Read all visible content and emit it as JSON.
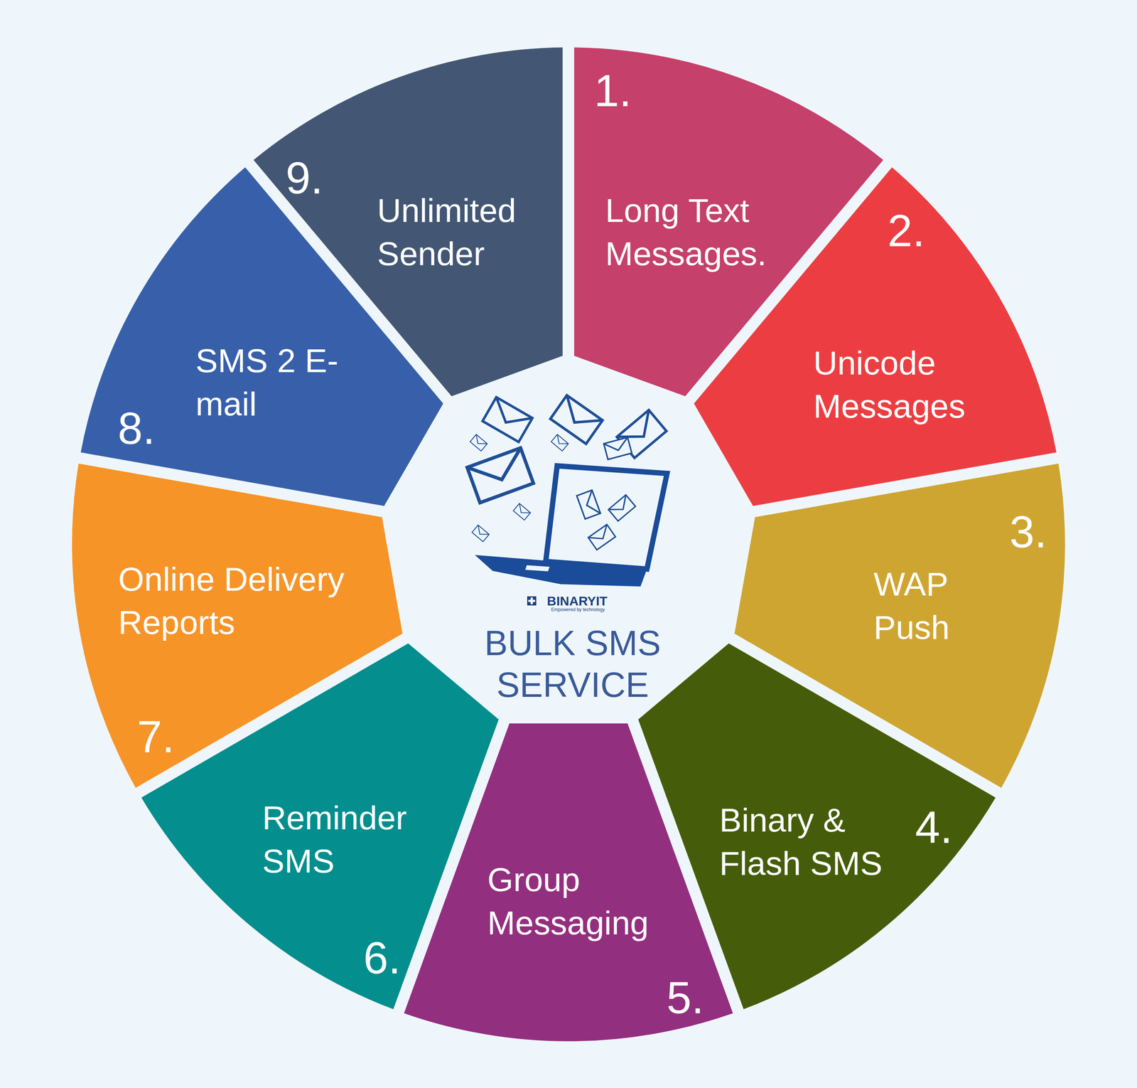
{
  "diagram": {
    "nodes": [
      {
        "text": [
          "1.",
          "Long Text Messages."
        ]
      },
      {
        "text": [
          "2.",
          "Unicode Messages"
        ]
      },
      {
        "text": [
          "3.",
          "WAP Push"
        ]
      },
      {
        "text": [
          "4.",
          "Binary & Flash SMS"
        ]
      },
      {
        "text": [
          "5.",
          "Group Messaging"
        ]
      },
      {
        "text": [
          "6.",
          "Reminder SMS"
        ]
      },
      {
        "text": [
          "7.",
          "Online Delivery Reports"
        ]
      },
      {
        "text": [
          "8.",
          "SMS 2 E-mail"
        ]
      },
      {
        "text": [
          "9.",
          "Unlimited Sender"
        ]
      }
    ],
    "labels": [
      "BINARYIT",
      "Empowered by technology",
      "BULK SMS SERVICE"
    ]
  }
}
